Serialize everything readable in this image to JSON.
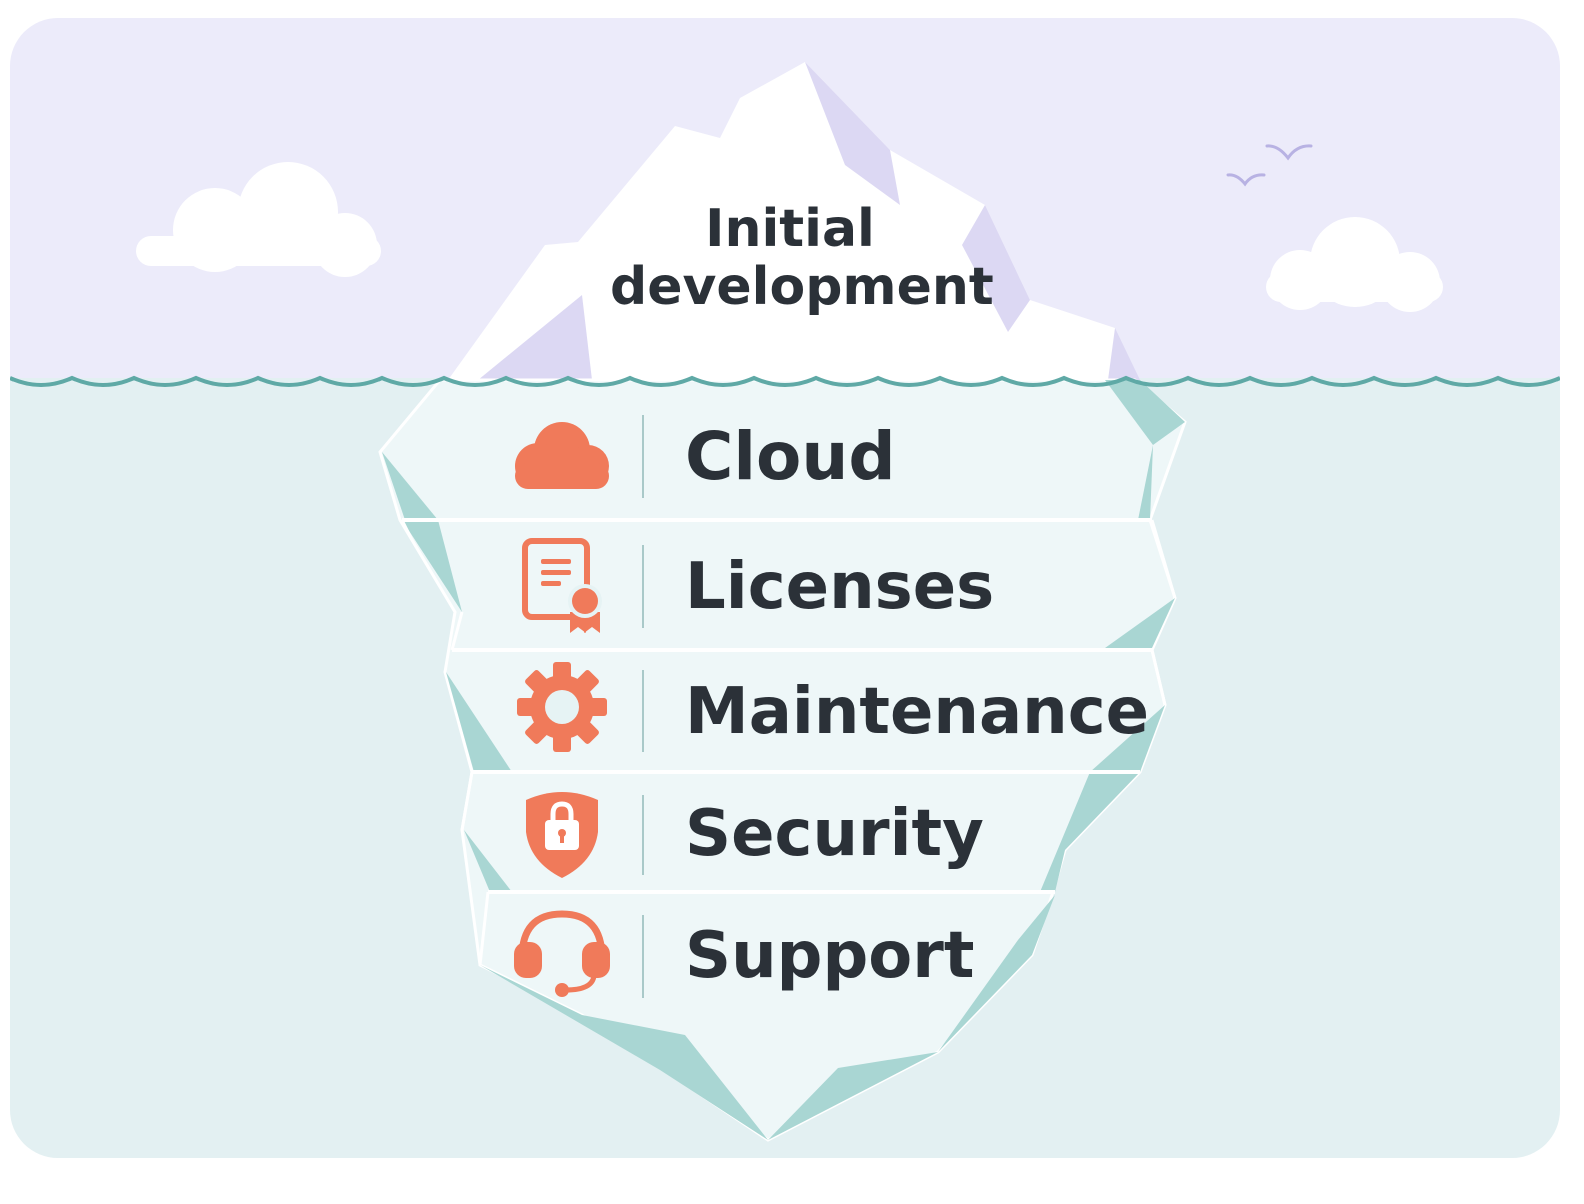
{
  "tip": {
    "line1": "Initial",
    "line2": "development"
  },
  "layers": [
    {
      "label": "Cloud",
      "icon": "cloud-icon"
    },
    {
      "label": "Licenses",
      "icon": "certificate-icon"
    },
    {
      "label": "Maintenance",
      "icon": "gear-icon"
    },
    {
      "label": "Security",
      "icon": "shield-lock-icon"
    },
    {
      "label": "Support",
      "icon": "headset-icon"
    }
  ],
  "colors": {
    "sky": "#ecebfa",
    "water": "#e3f0f2",
    "waterline": "#5fa9a6",
    "ice": "#ffffff",
    "ice_shade_above": "#dcd8f3",
    "ice_shade_below": "#a9d6d3",
    "icon": "#f07a5a",
    "text": "#2b3138"
  }
}
